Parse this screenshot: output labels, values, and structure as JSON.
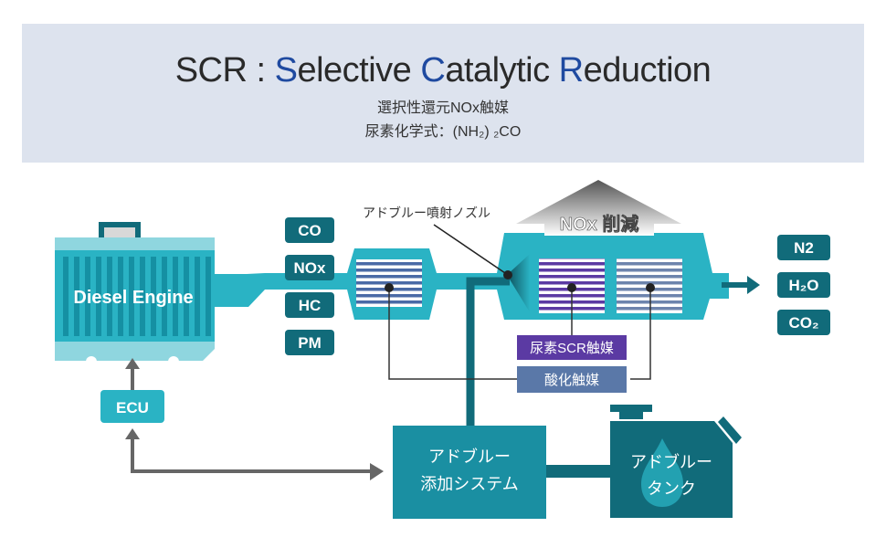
{
  "header": {
    "title_parts": [
      {
        "text": "SCR : ",
        "highlight": false
      },
      {
        "text": "S",
        "highlight": true
      },
      {
        "text": "elective ",
        "highlight": false
      },
      {
        "text": "C",
        "highlight": true
      },
      {
        "text": "atalytic ",
        "highlight": false
      },
      {
        "text": "R",
        "highlight": true
      },
      {
        "text": "eduction",
        "highlight": false
      }
    ],
    "subtitle1": "選択性還元NOx触媒",
    "subtitle2": "尿素化学式：(NH₂) ₂CO"
  },
  "engine": {
    "label": "Diesel Engine"
  },
  "ecu": {
    "label": "ECU"
  },
  "inputs": [
    "CO",
    "NOx",
    "HC",
    "PM"
  ],
  "outputs": [
    "N2",
    "H₂O",
    "CO₂"
  ],
  "nozzle_label": "アドブルー噴射ノズル",
  "reduction_label": "NOx 削減",
  "catalysts": {
    "scr": "尿素SCR触媒",
    "oxidation": "酸化触媒"
  },
  "adblue_system": {
    "line1": "アドブルー",
    "line2": "添加システム"
  },
  "adblue_tank": {
    "line1": "アドブルー",
    "line2": "タンク"
  },
  "colors": {
    "teal": "#2ab3c4",
    "dark_teal": "#116b7a",
    "light_teal": "#8fd6df",
    "scr_purple": "#5b3aa3",
    "oxidation_blue": "#5a78a8",
    "arrow_gray": "#666666",
    "highlight_blue": "#1f4aa0"
  }
}
